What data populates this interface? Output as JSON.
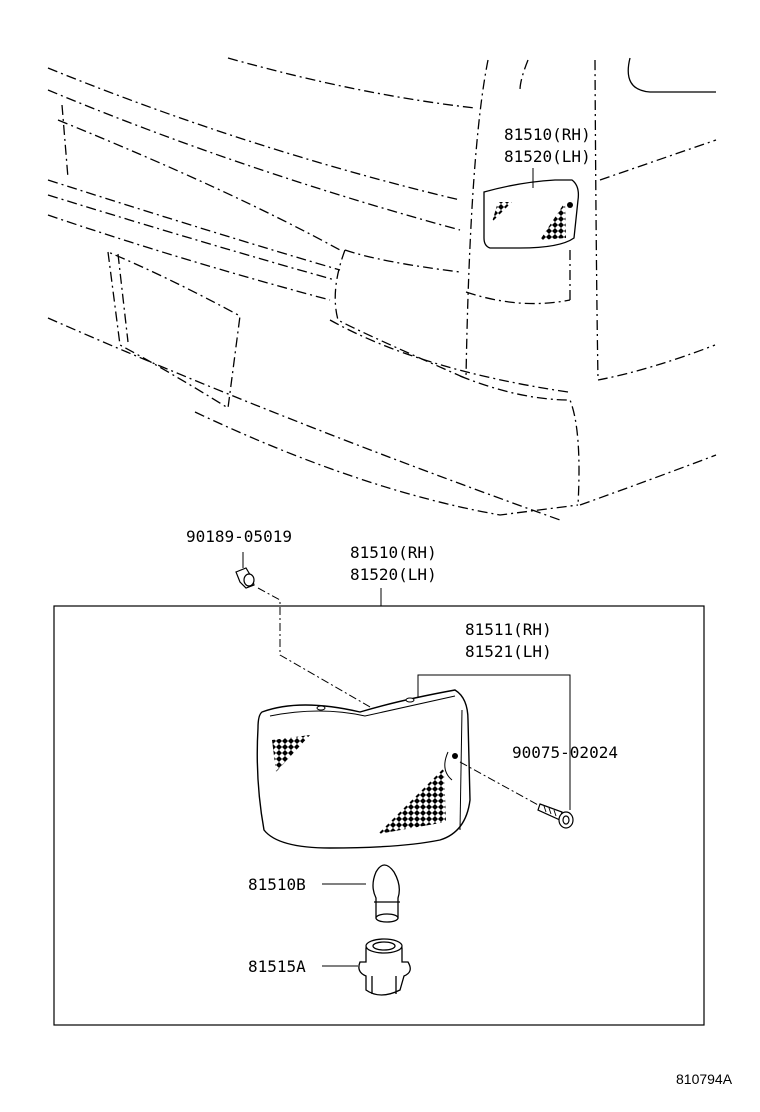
{
  "top_view": {
    "callout_rh": "81510(RH)",
    "callout_lh": "81520(LH)"
  },
  "exploded_view": {
    "assy_rh": "81510(RH)",
    "assy_lh": "81520(LH)",
    "screw_top": "90189-05019",
    "lens_rh": "81511(RH)",
    "lens_lh": "81521(LH)",
    "screw_side": "90075-02024",
    "bulb": "81510B",
    "socket": "81515A"
  },
  "figure_id": "810794A"
}
